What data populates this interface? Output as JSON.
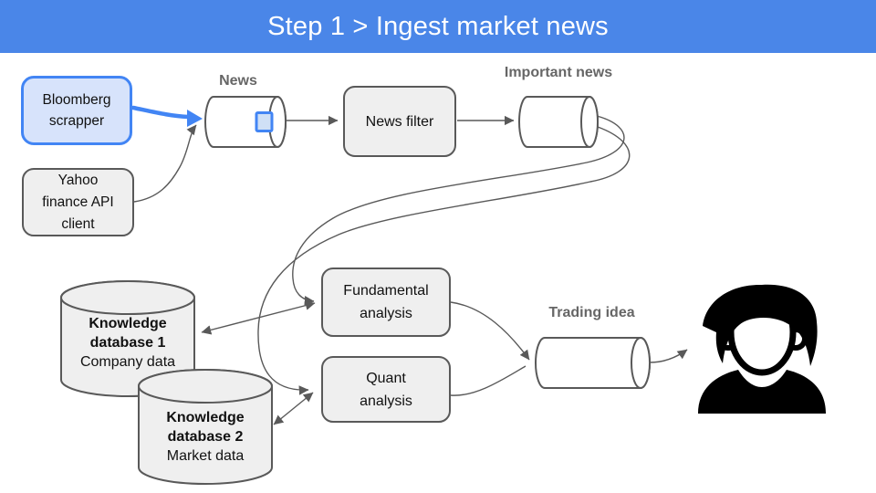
{
  "title": "Step 1 > Ingest market news",
  "colors": {
    "header_bg": "#4a86e8",
    "accent_blue": "#4285f4",
    "bloomberg_fill": "#d7e3fb",
    "box_fill": "#efefef",
    "box_border": "#595959",
    "label_gray": "#666666",
    "line_gray": "#595959"
  },
  "nodes": {
    "bloomberg": {
      "label": "Bloomberg scrapper"
    },
    "yahoo": {
      "label": "Yahoo finance API client"
    },
    "news_filter": {
      "label": "News filter"
    },
    "fundamental": {
      "label": "Fundamental analysis"
    },
    "quant": {
      "label": "Quant analysis"
    },
    "db1": {
      "title": "Knowledge database 1",
      "subtitle": "Company data"
    },
    "db2": {
      "title": "Knowledge database 2",
      "subtitle": "Market data"
    }
  },
  "queues": {
    "news": {
      "label": "News"
    },
    "important_news": {
      "label": "Important news"
    },
    "trading_idea": {
      "label": "Trading idea"
    }
  },
  "icons": {
    "person": "trader-person-icon",
    "message": "queue-message-icon"
  }
}
